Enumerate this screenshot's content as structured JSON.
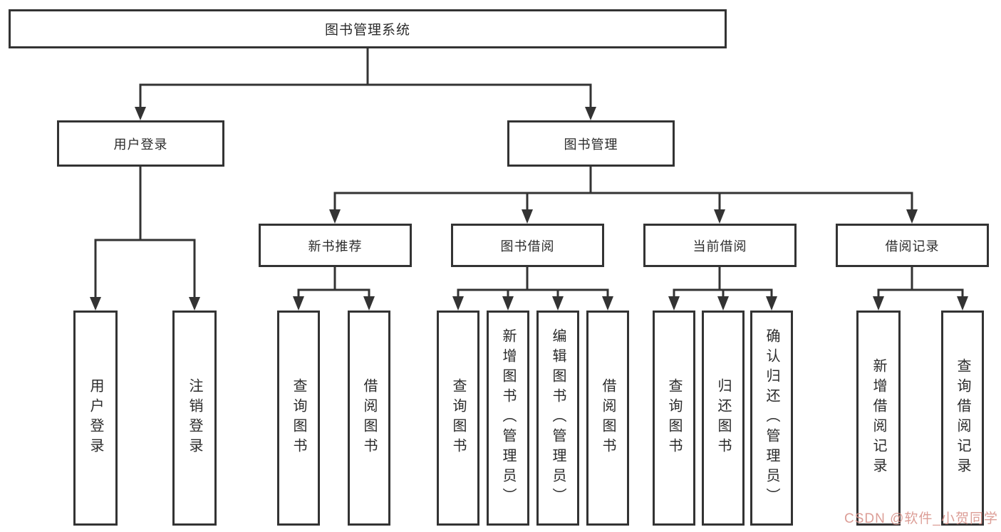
{
  "tree": {
    "root": "图书管理系统",
    "branches": [
      {
        "label": "用户登录",
        "children": [
          "用户登录",
          "注销登录"
        ]
      },
      {
        "label": "图书管理",
        "groups": [
          {
            "label": "新书推荐",
            "children": [
              "查询图书",
              "借阅图书"
            ]
          },
          {
            "label": "图书借阅",
            "children": [
              "查询图书",
              "新增图书（管理员）",
              "编辑图书（管理员）",
              "借阅图书"
            ]
          },
          {
            "label": "当前借阅",
            "children": [
              "查询图书",
              "归还图书",
              "确认归还（管理员）"
            ]
          },
          {
            "label": "借阅记录",
            "children": [
              "新增借阅记录",
              "查询借阅记录"
            ]
          }
        ]
      }
    ]
  },
  "watermark": {
    "text": "CSDN @软件_小贺同学"
  },
  "colors": {
    "line": "#333333",
    "box_border": "#333333",
    "box_background": "#ffffff",
    "text": "#2b2b2b",
    "watermark": "#d9948c"
  }
}
